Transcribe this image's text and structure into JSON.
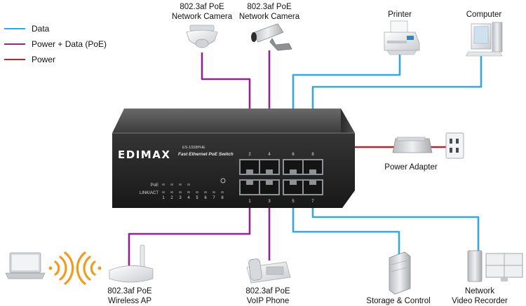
{
  "legend": [
    {
      "label": "Data",
      "color": "#35a8e0"
    },
    {
      "label": "Power + Data (PoE)",
      "color": "#8f268f"
    },
    {
      "label": "Power",
      "color": "#c5202e"
    }
  ],
  "switch": {
    "brand": "EDIMAX",
    "model": "ES-1008PHE",
    "subtitle": "Fast Ethernet PoE Switch",
    "poe_label": "PoE",
    "link_label": "LINK/ACT",
    "led_numbers": [
      "1",
      "2",
      "3",
      "4",
      "5",
      "6",
      "7",
      "8"
    ],
    "port_top_numbers": [
      "2",
      "4",
      "6",
      "8"
    ],
    "port_bottom_numbers": [
      "1",
      "3",
      "5",
      "7"
    ]
  },
  "devices": {
    "camera_dome": {
      "line1": "802.3af PoE",
      "line2": "Network Camera",
      "icon": "dome-camera-icon"
    },
    "camera_bullet": {
      "line1": "802.3af PoE",
      "line2": "Network Camera",
      "icon": "bullet-camera-icon"
    },
    "printer": {
      "label": "Printer",
      "icon": "printer-icon"
    },
    "computer": {
      "label": "Computer",
      "icon": "computer-icon"
    },
    "power_adapter": {
      "label": "Power Adapter",
      "icon": "power-adapter-icon"
    },
    "wireless_ap": {
      "line1": "802.3af PoE",
      "line2": "Wireless AP",
      "icon": "wireless-ap-icon"
    },
    "voip": {
      "line1": "802.3af PoE",
      "line2": "VoIP Phone",
      "icon": "voip-phone-icon"
    },
    "storage": {
      "label": "Storage & Control",
      "icon": "storage-server-icon"
    },
    "nvr": {
      "line1": "Network",
      "line2": "Video Recorder",
      "icon": "video-recorder-icon"
    },
    "laptop": {
      "icon": "laptop-icon"
    }
  }
}
